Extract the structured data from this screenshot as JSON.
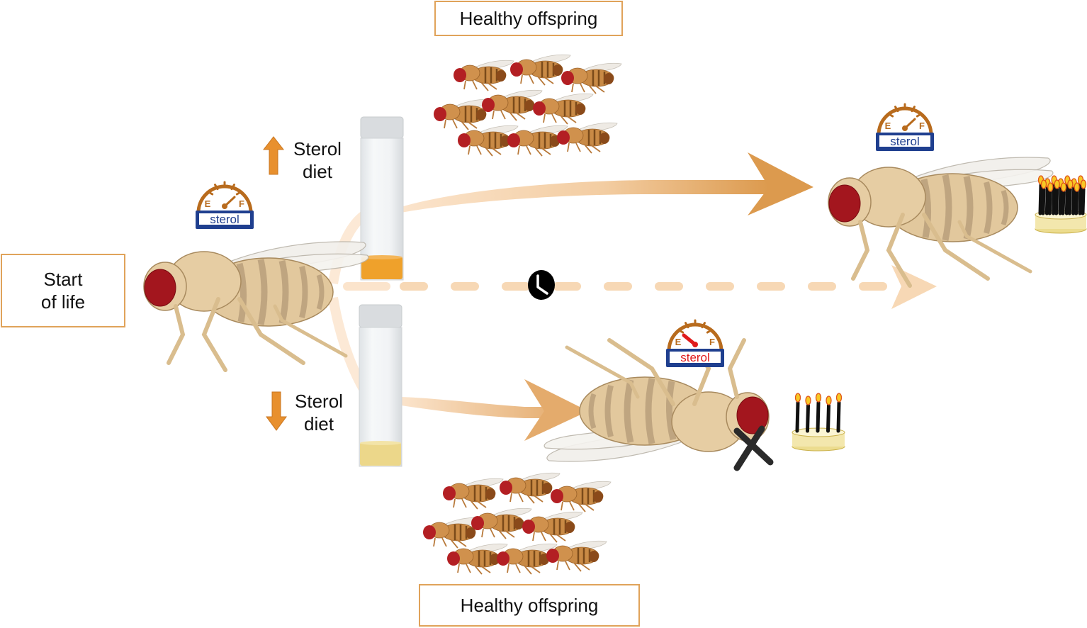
{
  "labels": {
    "start_of_life": [
      "Start",
      "of life"
    ],
    "healthy_offspring_top": "Healthy offspring",
    "healthy_offspring_bottom": "Healthy offspring"
  },
  "diets": {
    "high": {
      "direction": "up",
      "line1": "Sterol",
      "line2": "diet",
      "food_color": "#efa12b"
    },
    "low": {
      "direction": "down",
      "line1": "Sterol",
      "line2": "diet",
      "food_color": "#ecd78a"
    }
  },
  "gauges": {
    "start": {
      "label": "sterol",
      "empty": "E",
      "full": "F",
      "level": "full",
      "needle_color": "#b86b1d",
      "text_color": "#1f3f8f"
    },
    "high_outcome": {
      "label": "sterol",
      "empty": "E",
      "full": "F",
      "level": "full",
      "needle_color": "#b86b1d",
      "text_color": "#1f3f8f"
    },
    "low_outcome": {
      "label": "sterol",
      "empty": "E",
      "full": "F",
      "level": "empty",
      "needle_color": "#e01b1b",
      "text_color": "#e01b1b"
    }
  },
  "outcomes": {
    "high_sterol": {
      "fly_state": "alive",
      "lifespan": "long",
      "candle_count": 14
    },
    "low_sterol": {
      "fly_state": "dead",
      "lifespan": "short",
      "candle_count": 5
    }
  },
  "timeline": {
    "icon": "clock-icon"
  },
  "offspring": {
    "top_count": 9,
    "bottom_count": 9
  },
  "colors": {
    "box_border": "#e0a35a",
    "arrow": "#e8a55a",
    "arrow_light": "#f6d6b0",
    "gauge_ring": "#b86b1d",
    "gauge_box": "#1f3f8f"
  }
}
